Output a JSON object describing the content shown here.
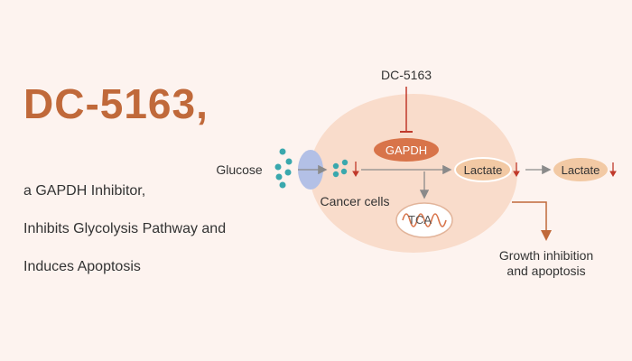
{
  "heading": {
    "title": "DC-5163,",
    "line1": "a GAPDH Inhibitor,",
    "line2": "Inhibits Glycolysis Pathway and",
    "line3": "Induces Apoptosis"
  },
  "diagram": {
    "inhibitor_label": "DC-5163",
    "enzyme_label": "GAPDH",
    "glucose_label": "Glucose",
    "cell_label": "Cancer cells",
    "tca_label": "TCA",
    "lactate_inside_label": "Lactate",
    "lactate_outside_label": "Lactate",
    "outcome_line1": "Growth inhibition",
    "outcome_line2": "and apoptosis"
  },
  "colors": {
    "accent": "#c0693a",
    "cell_fill": "#f9dccb",
    "enzyme_fill": "#d8744a",
    "lactate_fill": "#f2c9a4",
    "transporter_fill": "#b3c0e6",
    "glucose_dot": "#3aa8ad",
    "arrow_gray": "#8a8a8a",
    "down_arrow_red": "#c0392b",
    "inhibit_line": "#c0392b"
  }
}
